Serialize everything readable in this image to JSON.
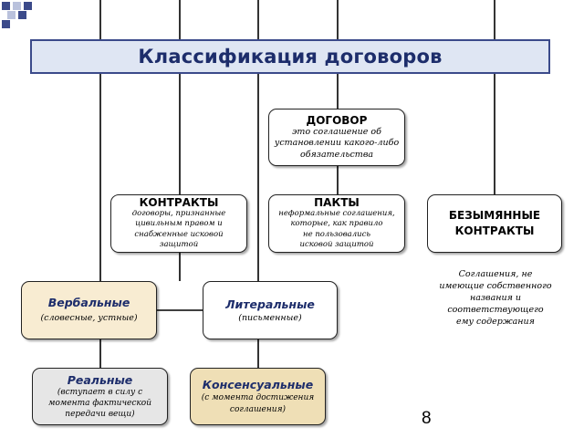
{
  "title": "Классификация договоров",
  "colors": {
    "title_bg": "#dfe6f3",
    "title_border": "#3b4a8a",
    "title_text": "#1d2d6b",
    "decor_square": "#3b4a8a",
    "tan_box": "#f8ecd2",
    "grey_box": "#e6e6e6"
  },
  "nodes": {
    "dogovor": {
      "title": "ДОГОВОР",
      "lines": [
        "это соглашение об",
        "установлении какого-либо",
        "обязательства"
      ]
    },
    "kontrakty": {
      "title": "КОНТРАКТЫ",
      "lines": [
        "договоры, признанные",
        "цивильным правом и",
        "снабженные исковой",
        "защитой"
      ]
    },
    "pakty": {
      "title": "ПАКТЫ",
      "lines": [
        "неформальные соглашения,",
        "которые, как правило",
        "не пользовались",
        "исковой защитой"
      ]
    },
    "bezymyannye": {
      "title_lines": [
        "БЕЗЫМЯННЫЕ",
        "КОНТРАКТЫ"
      ]
    },
    "bezymyannye_note": {
      "lines": [
        "Соглашения, не",
        "имеющие собственного",
        "названия и",
        "соответствующего",
        "ему содержания"
      ]
    },
    "verbalnye": {
      "title": "Вербальные",
      "lines": [
        "(словесные, устные)"
      ]
    },
    "literalnye": {
      "title": "Литеральные",
      "lines": [
        "(письменные)"
      ]
    },
    "realnye": {
      "title": "Реальные",
      "lines": [
        "(вступает в силу с",
        "момента фактической",
        "передачи вещи)"
      ]
    },
    "konsensualnye": {
      "title": "Консенсуальные",
      "lines": [
        "(с момента  достижения",
        "соглашения)"
      ]
    }
  },
  "page_number": "8"
}
